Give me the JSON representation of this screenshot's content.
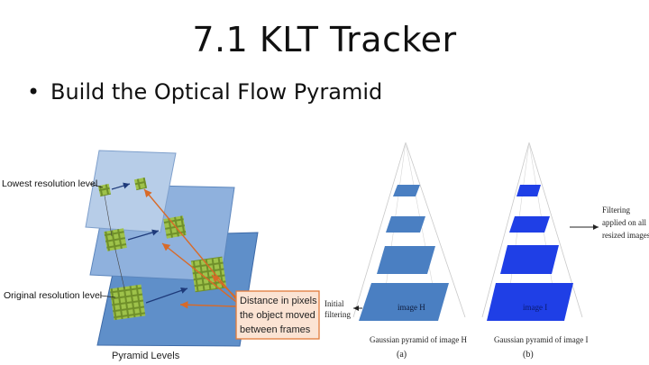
{
  "title": "7.1 KLT Tracker",
  "bullet": {
    "symbol": "•",
    "text": "Build the Optical Flow Pyramid"
  },
  "left_figure": {
    "lowest_level_label": "Lowest resolution level",
    "original_level_label": "Original resolution level",
    "distance_note": [
      "Distance in pixels",
      "the object moved",
      "between frames"
    ],
    "caption": "Pyramid Levels"
  },
  "right_figure": {
    "pyramid_h": {
      "base_label": "image H",
      "caption": "Gaussian pyramid of image H",
      "tag": "(a)"
    },
    "pyramid_i": {
      "base_label": "image I",
      "caption": "Gaussian pyramid of image I",
      "tag": "(b)"
    },
    "initial_filtering": [
      "Initial",
      "filtering"
    ],
    "filtering_note": [
      "Filtering",
      "applied on all",
      "resized images"
    ]
  },
  "colors": {
    "level_top": "#b7cde8",
    "level_mid": "#8fb1dd",
    "level_base": "#5f8fc9",
    "arrow_orange": "#d86a28",
    "pyramid_h_square": "#4a7fc2",
    "pyramid_i_square": "#1f3fe6",
    "note_border": "#e07b3a"
  }
}
